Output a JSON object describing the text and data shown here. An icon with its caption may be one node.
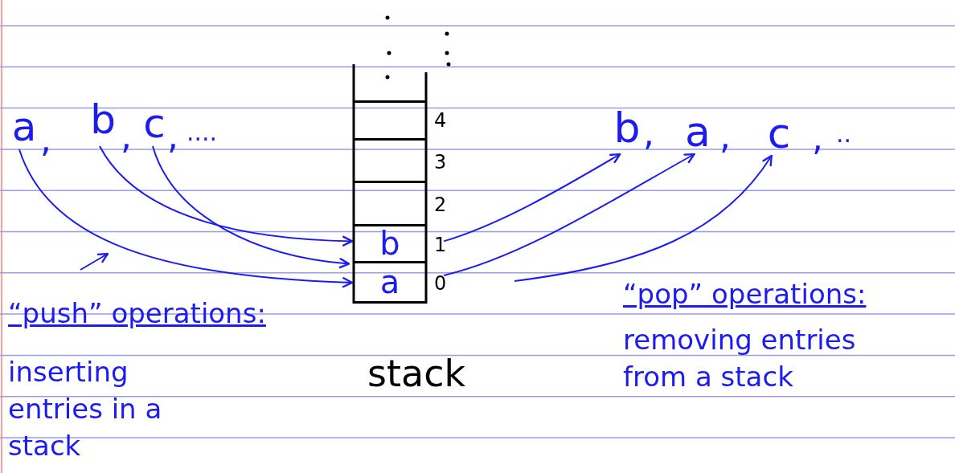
{
  "diagram": {
    "nodes": [
      {
        "text": [
          "a"
        ]
      },
      {
        "text": [
          "b"
        ]
      },
      {
        "text": [
          "c"
        ]
      },
      {
        "text": [
          "stack"
        ]
      },
      {
        "text": [],
        "shape": "box",
        "in": 3,
        "beside": [
          "4"
        ]
      },
      {
        "text": [],
        "shape": "box",
        "in": 3,
        "beside": [
          "3"
        ]
      },
      {
        "text": [],
        "shape": "box",
        "in": 3,
        "beside": [
          "2"
        ]
      },
      {
        "text": [
          "b"
        ],
        "in": 3,
        "beside": [
          "1"
        ]
      },
      {
        "text": [
          "a"
        ],
        "in": 3,
        "beside": [
          "0"
        ]
      },
      {
        "text": [
          "b"
        ]
      },
      {
        "text": [
          "a"
        ]
      },
      {
        "text": [
          "c"
        ]
      }
    ],
    "edges": [
      {
        "from": 0,
        "to": 8,
        "arrow": "to"
      },
      {
        "from": 1,
        "to": 7,
        "arrow": "to"
      },
      {
        "from": 2,
        "to": 3,
        "arrow": "to"
      },
      {
        "from": 7,
        "to": 9,
        "arrow": "to"
      },
      {
        "from": 8,
        "to": 10,
        "arrow": "to"
      },
      {
        "from": null,
        "to": 11,
        "arrow": "to"
      }
    ],
    "labels": [
      ",",
      ",",
      ",",
      "....",
      ",",
      ",",
      ",",
      "..",
      "“push” operations:",
      "“pop” operations:",
      "inserting entries in a stack",
      "removing entries from a stack"
    ]
  }
}
